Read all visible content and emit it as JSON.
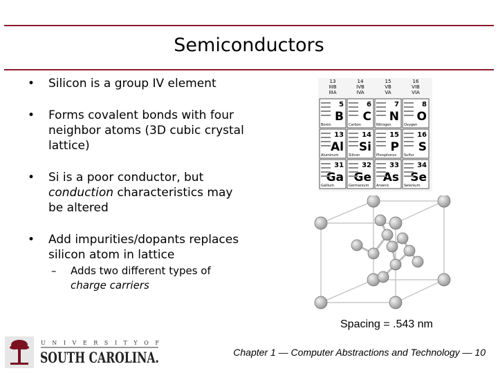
{
  "title": "Semiconductors",
  "bullets": [
    {
      "text": "Silicon is a group IV element"
    },
    {
      "text": "Forms covalent bonds with four neighbor atoms (3D cubic crystal lattice)"
    },
    {
      "pre": "Si is a poor conductor, but ",
      "em": "conduction",
      "post": " characteristics may be altered"
    },
    {
      "text": "Add impurities/dopants replaces silicon atom in lattice"
    }
  ],
  "sub_bullet": {
    "pre": "Adds two different types of ",
    "em": "charge carriers"
  },
  "periodic_table": {
    "groups": [
      "13\nIIIB\nIIIA",
      "14\nIVB\nIVA",
      "15\nVB\nVA",
      "16\nVIB\nVIA"
    ],
    "elements": [
      {
        "symbol": "B",
        "number": "5",
        "name": "Boron"
      },
      {
        "symbol": "C",
        "number": "6",
        "name": "Carbon"
      },
      {
        "symbol": "N",
        "number": "7",
        "name": "Nitrogen"
      },
      {
        "symbol": "O",
        "number": "8",
        "name": "Oxygen"
      },
      {
        "symbol": "Al",
        "number": "13",
        "name": "Aluminum"
      },
      {
        "symbol": "Si",
        "number": "14",
        "name": "Silicon"
      },
      {
        "symbol": "P",
        "number": "15",
        "name": "Phosphorus"
      },
      {
        "symbol": "S",
        "number": "16",
        "name": "Sulfur"
      },
      {
        "symbol": "Ga",
        "number": "31",
        "name": "Gallium"
      },
      {
        "symbol": "Ge",
        "number": "32",
        "name": "Germanium"
      },
      {
        "symbol": "As",
        "number": "33",
        "name": "Arsenic"
      },
      {
        "symbol": "Se",
        "number": "34",
        "name": "Selenium"
      }
    ]
  },
  "spacing_label": "Spacing = .543 nm",
  "footer": "Chapter 1 — Computer Abstractions and Technology — 10",
  "logo": {
    "top": "U N I V E R S I T Y  O F",
    "bottom": "SOUTH CAROLINA."
  },
  "colors": {
    "rule": "#8b1a2b",
    "atom": "#9a9a9a"
  }
}
